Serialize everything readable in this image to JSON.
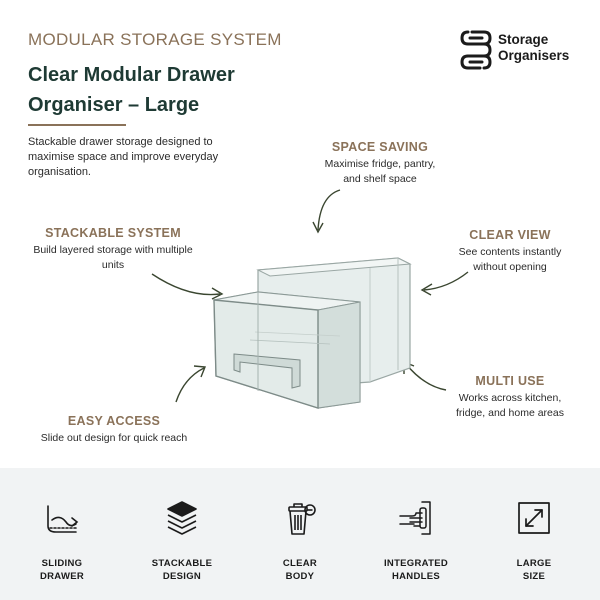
{
  "header": {
    "kicker": "MODULAR STORAGE SYSTEM",
    "title_line1": "Clear Modular Drawer",
    "title_line2": "Organiser – Large",
    "intro": "Stackable drawer storage designed to maximise space and improve everyday organisation."
  },
  "brand": {
    "line1": "Storage",
    "line2": "Organisers",
    "logo_icon": "interlocking-loops-icon"
  },
  "callouts": {
    "space_saving": {
      "heading": "SPACE SAVING",
      "line1": "Maximise fridge, pantry,",
      "line2": "and shelf space"
    },
    "stackable": {
      "heading": "STACKABLE SYSTEM",
      "line1": "Build layered storage with multiple",
      "line2": "units"
    },
    "clear_view": {
      "heading": "CLEAR VIEW",
      "line1": "See contents instantly",
      "line2": "without opening"
    },
    "multi_use": {
      "heading": "MULTI USE",
      "line1": "Works across kitchen,",
      "line2": "fridge, and home areas"
    },
    "easy_access": {
      "heading": "EASY ACCESS",
      "line1": "Slide out design for quick reach"
    }
  },
  "features": [
    {
      "line1": "SLIDING",
      "line2": "DRAWER",
      "icon": "sliding-drawer-icon"
    },
    {
      "line1": "STACKABLE",
      "line2": "DESIGN",
      "icon": "stacked-layers-icon"
    },
    {
      "line1": "CLEAR",
      "line2": "BODY",
      "icon": "clean-bin-icon"
    },
    {
      "line1": "INTEGRATED",
      "line2": "HANDLES",
      "icon": "hand-handle-icon"
    },
    {
      "line1": "LARGE",
      "line2": "SIZE",
      "icon": "expand-diagonal-icon"
    }
  ],
  "colors": {
    "accent": "#8a7259",
    "title": "#1e3a34",
    "footer_bg": "#f1f3f4",
    "arrow": "#3a4630"
  }
}
